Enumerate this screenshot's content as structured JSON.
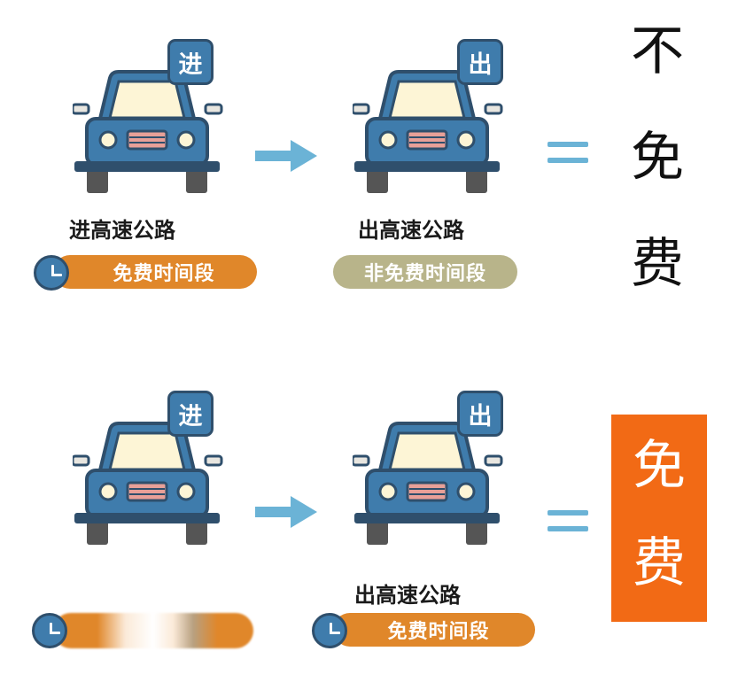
{
  "colors": {
    "car_body": "#3f7cac",
    "car_outline": "#2f4f6c",
    "orange": "#e0872a",
    "olive": "#b8b48a",
    "result_orange": "#f26a15",
    "equals": "#6bb3d6"
  },
  "row1": {
    "enter_badge": "进",
    "exit_badge": "出",
    "enter_caption": "进高速公路",
    "exit_caption": "出高速公路",
    "enter_period": "免费时间段",
    "exit_period": "非免费时间段",
    "result": [
      "不",
      "免",
      "费"
    ]
  },
  "row2": {
    "enter_badge": "进",
    "exit_badge": "出",
    "exit_caption": "出高速公路",
    "exit_period": "免费时间段",
    "result": [
      "免",
      "费"
    ]
  }
}
